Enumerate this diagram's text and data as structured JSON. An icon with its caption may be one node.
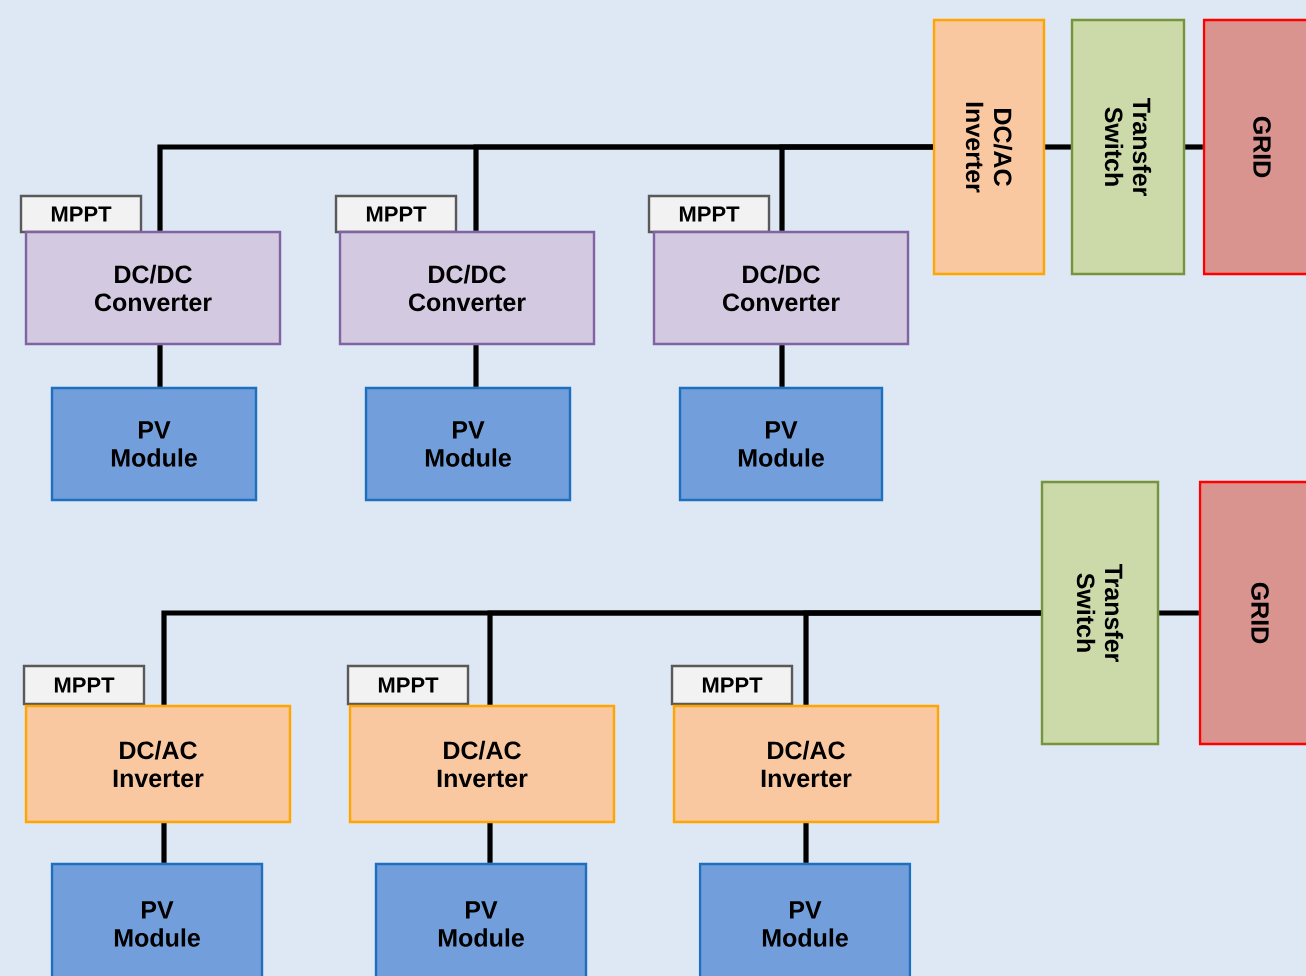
{
  "diagram": {
    "nodes": [
      {
        "text": [
          "DC/AC Inverter"
        ]
      },
      {
        "text": [
          "Transfer Switch"
        ]
      },
      {
        "text": [
          "GRID"
        ]
      },
      {
        "text": [
          "MPPT"
        ]
      },
      {
        "text": [
          "DC/DC Converter"
        ]
      },
      {
        "text": [
          "MPPT"
        ]
      },
      {
        "text": [
          "DC/DC Converter"
        ]
      },
      {
        "text": [
          "MPPT"
        ]
      },
      {
        "text": [
          "DC/DC Converter"
        ]
      },
      {
        "text": [
          "PV Module"
        ]
      },
      {
        "text": [
          "PV Module"
        ]
      },
      {
        "text": [
          "PV Module"
        ]
      },
      {
        "text": [
          "Transfer Switch"
        ]
      },
      {
        "text": [
          "GRID"
        ]
      },
      {
        "text": [
          "MPPT"
        ]
      },
      {
        "text": [
          "DC/AC Inverter"
        ]
      },
      {
        "text": [
          "MPPT"
        ]
      },
      {
        "text": [
          "DC/AC Inverter"
        ]
      },
      {
        "text": [
          "MPPT"
        ]
      },
      {
        "text": [
          "DC/AC Inverter"
        ]
      },
      {
        "text": [
          "PV Module"
        ]
      },
      {
        "text": [
          "PV Module"
        ]
      },
      {
        "text": [
          "PV Module"
        ]
      }
    ],
    "edges": [
      {
        "from": 4,
        "to": 0,
        "arrow": "none"
      },
      {
        "from": 6,
        "to": 0,
        "arrow": "none"
      },
      {
        "from": 8,
        "to": 0,
        "arrow": "none"
      },
      {
        "from": 0,
        "to": 1,
        "arrow": "none"
      },
      {
        "from": 1,
        "to": 2,
        "arrow": "none"
      },
      {
        "from": 9,
        "to": 4,
        "arrow": "none"
      },
      {
        "from": 10,
        "to": 6,
        "arrow": "none"
      },
      {
        "from": 11,
        "to": 8,
        "arrow": "none"
      },
      {
        "from": 15,
        "to": 12,
        "arrow": "none"
      },
      {
        "from": 17,
        "to": 12,
        "arrow": "none"
      },
      {
        "from": 19,
        "to": 12,
        "arrow": "none"
      },
      {
        "from": 12,
        "to": 13,
        "arrow": "none"
      },
      {
        "from": 20,
        "to": 15,
        "arrow": "none"
      },
      {
        "from": 21,
        "to": 17,
        "arrow": "none"
      },
      {
        "from": 22,
        "to": 19,
        "arrow": "none"
      }
    ]
  }
}
